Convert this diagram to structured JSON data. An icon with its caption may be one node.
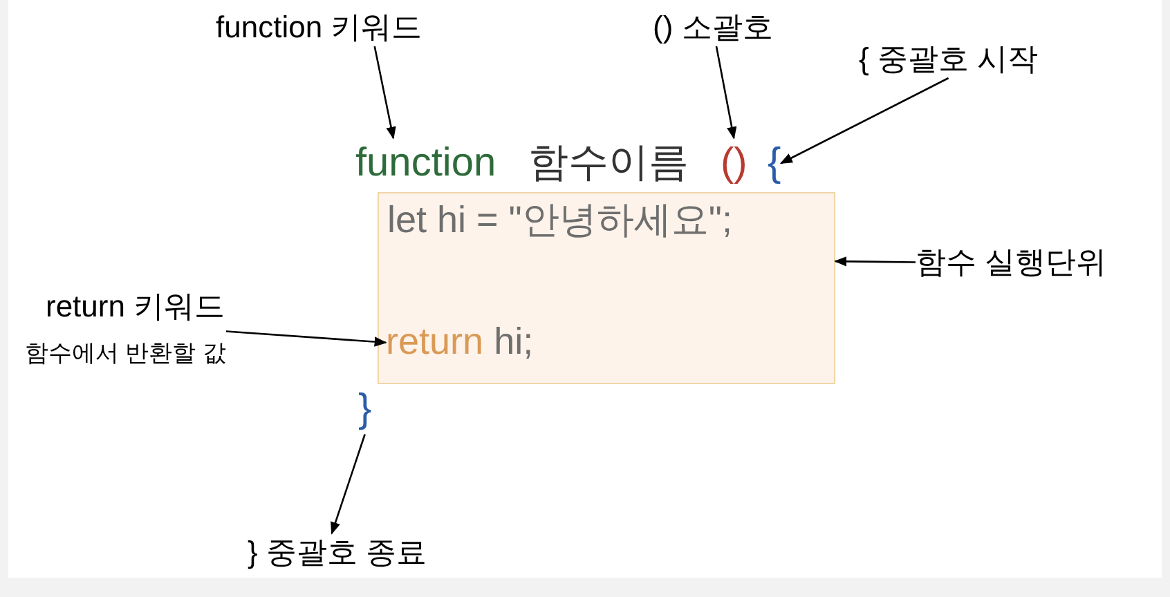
{
  "diagram": {
    "nodes": [
      {
        "text": [
          "function 키워드"
        ]
      },
      {
        "text": [
          "() 소괄호"
        ]
      },
      {
        "text": [
          "{ 중괄호 시작"
        ]
      },
      {
        "text": [
          "function"
        ]
      },
      {
        "text": [
          "()"
        ]
      },
      {
        "text": [
          "{"
        ]
      },
      {
        "text": [
          "let hi = \"안녕하세요\";"
        ]
      },
      {
        "text": [
          "return",
          "hi;"
        ],
        "in": 6
      },
      {
        "text": [
          "함수 실행단위"
        ]
      },
      {
        "text": [
          "return 키워드",
          "함수에서 반환할 값"
        ]
      },
      {
        "text": [
          "}"
        ]
      },
      {
        "text": [
          "} 중괄호 종료"
        ]
      }
    ],
    "edges": [
      {
        "from": 0,
        "to": 3,
        "arrow": "to"
      },
      {
        "from": 1,
        "to": 4,
        "arrow": "to"
      },
      {
        "from": 2,
        "to": 5,
        "arrow": "to"
      },
      {
        "from": 8,
        "to": 6,
        "arrow": "to"
      },
      {
        "from": 9,
        "to": 7,
        "arrow": "to"
      },
      {
        "from": 10,
        "to": 11,
        "arrow": "to"
      }
    ],
    "labels": [
      "함수이름"
    ]
  }
}
